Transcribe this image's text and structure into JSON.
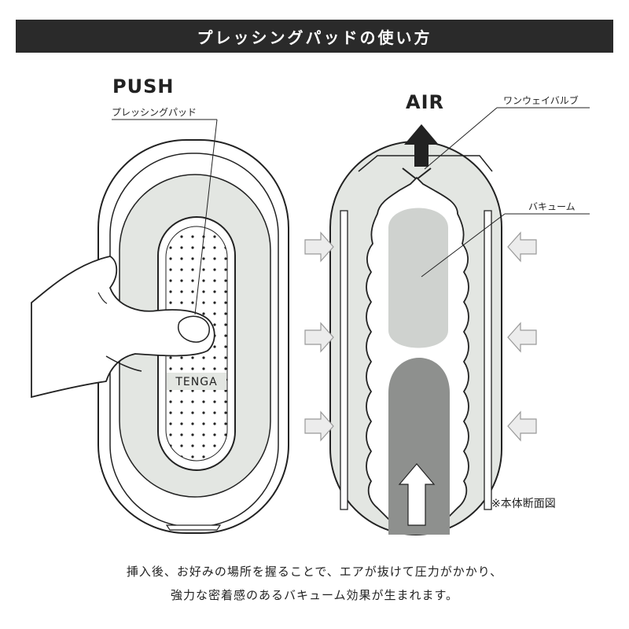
{
  "title": "プレッシングパッドの使い方",
  "labels": {
    "push": "PUSH",
    "pressing_pad": "プレッシングパッド",
    "air": "AIR",
    "one_way_valve": "ワンウェイバルブ",
    "vacuum": "バキューム",
    "section_note": "※本体断面図",
    "logo": "TENGA"
  },
  "caption": {
    "line1": "挿入後、お好みの場所を握ることで、エアが抜けて圧力がかかり、",
    "line2": "強力な密着感のあるバキューム効果が生まれます。"
  },
  "colors": {
    "title_bar": "#2a2a2a",
    "body_fill": "#e3e6e2",
    "vacuum_light": "#cfd2cf",
    "vacuum_dark": "#8e908e",
    "arrow_fill": "#ececec"
  }
}
